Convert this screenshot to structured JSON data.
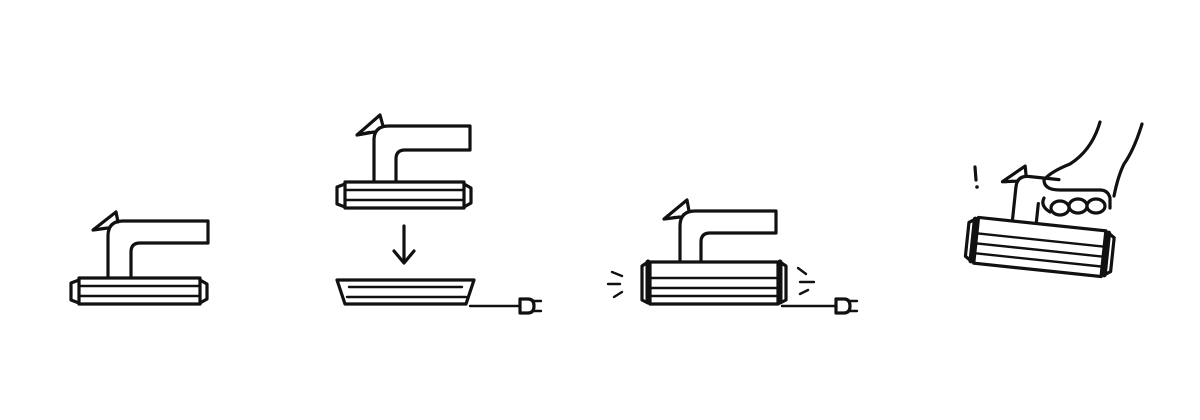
{
  "colors": {
    "ink": "#111111",
    "background": "#ffffff"
  },
  "steps": [
    {
      "icon": "appliance-icon",
      "state": "assembled"
    },
    {
      "icon": "placement-arrow-icon",
      "state": "lower onto plugged-in base"
    },
    {
      "icon": "vibration-icon",
      "state": "running on base"
    },
    {
      "icon": "hand-lift-icon",
      "state": "lifted by hand"
    }
  ],
  "alert_mark": "!"
}
